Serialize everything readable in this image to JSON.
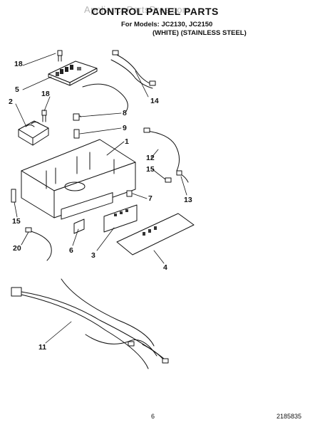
{
  "watermark": "AppliancePartsPros.com",
  "header": {
    "title": "CONTROL PANEL PARTS",
    "models_line1": "For Models: JC2130, JC2150",
    "models_line2": "(WHITE) (STAINLESS STEEL)"
  },
  "callouts": [
    "18",
    "5",
    "18",
    "2",
    "14",
    "8",
    "9",
    "1",
    "12",
    "15",
    "7",
    "13",
    "15",
    "20",
    "6",
    "3",
    "4",
    "11"
  ],
  "footer": {
    "page_number": "6",
    "document_number": "2185835"
  }
}
